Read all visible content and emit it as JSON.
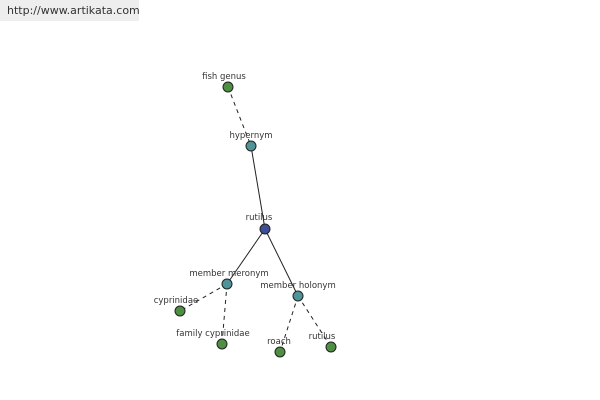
{
  "source": {
    "url": "http://www.artikata.com"
  },
  "colors": {
    "root": "#3f4f96",
    "relation": "#4f9499",
    "word": "#4f8f44",
    "edge": "#222222",
    "banner_bg": "#eeeeee"
  },
  "graph": {
    "nodes": {
      "fish_genus": {
        "label": "fish genus",
        "kind": "word"
      },
      "hypernym": {
        "label": "hypernym",
        "kind": "relation"
      },
      "rutilus": {
        "label": "rutilus",
        "kind": "root"
      },
      "member_meronym": {
        "label": "member meronym",
        "kind": "relation"
      },
      "member_holonym": {
        "label": "member holonym",
        "kind": "relation"
      },
      "cyprinidae": {
        "label": "cyprinidae",
        "kind": "word"
      },
      "family_cyprinidae": {
        "label": "family cyprinidae",
        "kind": "word"
      },
      "roach": {
        "label": "roach",
        "kind": "word"
      },
      "rutilus_leaf": {
        "label": "rutilus",
        "kind": "word"
      }
    },
    "edges": [
      {
        "from": "fish_genus",
        "to": "hypernym",
        "style": "dashed"
      },
      {
        "from": "hypernym",
        "to": "rutilus",
        "style": "solid"
      },
      {
        "from": "rutilus",
        "to": "member_meronym",
        "style": "solid"
      },
      {
        "from": "rutilus",
        "to": "member_holonym",
        "style": "solid"
      },
      {
        "from": "member_meronym",
        "to": "cyprinidae",
        "style": "dashed"
      },
      {
        "from": "member_meronym",
        "to": "family_cyprinidae",
        "style": "dashed"
      },
      {
        "from": "member_holonym",
        "to": "roach",
        "style": "dashed"
      },
      {
        "from": "member_holonym",
        "to": "rutilus_leaf",
        "style": "dashed"
      }
    ]
  }
}
